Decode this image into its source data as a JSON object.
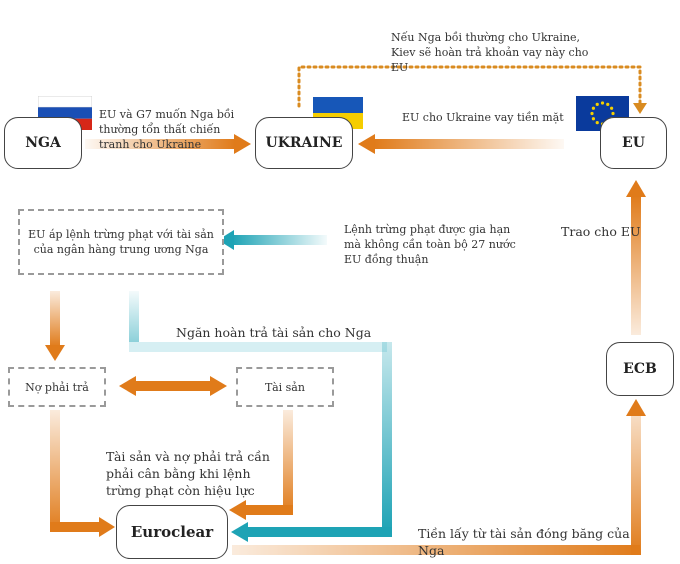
{
  "nodes": {
    "nga": "NGA",
    "ukraine": "UKRAINE",
    "eu": "EU",
    "ecb": "ECB",
    "euroclear": "Euroclear",
    "sanction_box": "EU áp lệnh trừng phạt với tài sản của ngân hàng trung ương Nga",
    "liabilities": "Nợ phải trả",
    "assets": "Tài sản"
  },
  "labels": {
    "g7_demand": "EU và G7 muốn Nga bồi thường tổn thất chiến tranh cho Ukraine",
    "eu_loan": "EU cho Ukraine vay tiền mặt",
    "repay_note": "Nếu Nga bồi thường cho Ukraine, Kiev sẽ hoàn trả khoản vay này cho EU",
    "extension": "Lệnh trừng phạt được gia hạn mà không cần toàn bộ 27 nước EU đồng thuận",
    "block_return": "Ngăn hoàn trả tài sản cho Nga",
    "balance_note": "Tài sản và nợ phải trả cần phải cân bằng khi lệnh trừng phạt còn hiệu lực",
    "give_eu": "Trao cho EU",
    "frozen_money": "Tiền lấy từ tài sản đóng băng của Nga"
  },
  "colors": {
    "orange": "#e07b1a",
    "teal": "#1ea3b5",
    "dotted": "#d98b20",
    "eu_blue": "#0a3a9c",
    "eu_star": "#f5d000",
    "ua_blue": "#1757b8",
    "ua_yellow": "#f5cd00",
    "ru_white": "#ffffff",
    "ru_blue": "#1a4fb5",
    "ru_red": "#d62718"
  },
  "icons": {
    "russia": "russia-flag-icon",
    "ukraine": "ukraine-flag-icon",
    "eu": "eu-flag-icon"
  }
}
